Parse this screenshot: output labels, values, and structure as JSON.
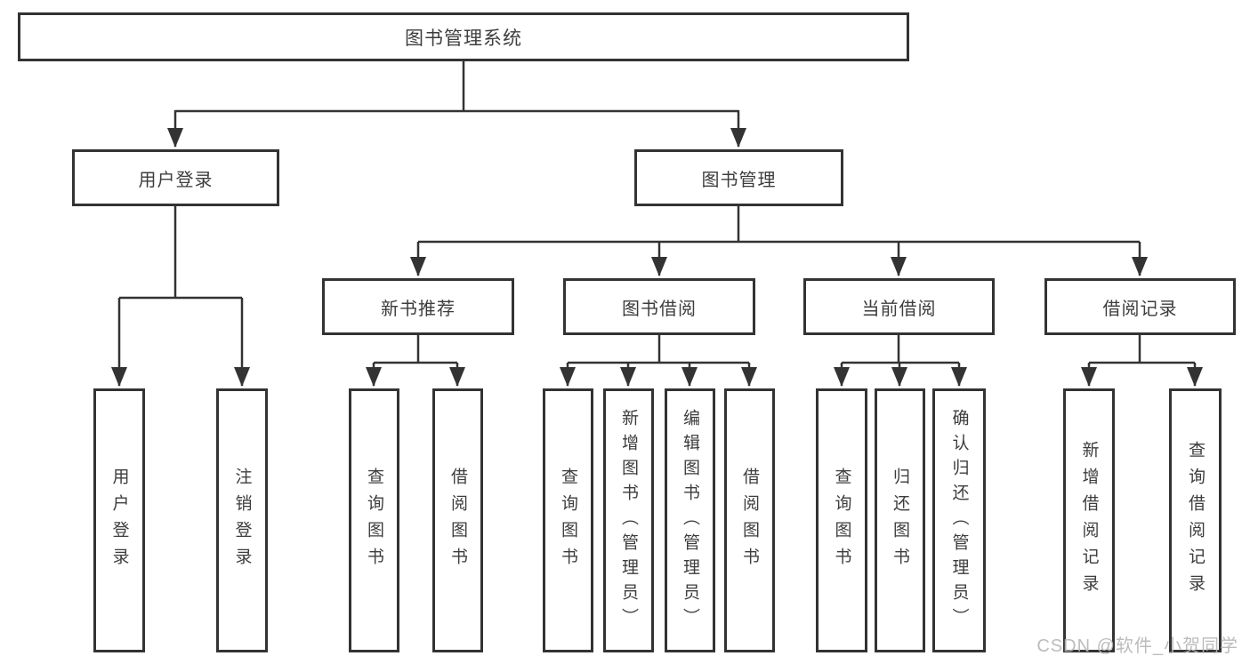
{
  "diagram": {
    "title": "图书管理系统",
    "watermark": "CSDN @软件_小贺同学",
    "colors": {
      "line": "#333333",
      "box_border": "#333333",
      "box_fill": "#ffffff",
      "text": "#3d3d3d",
      "watermark": "#b5b5b5"
    },
    "tree": {
      "root": "图书管理系统",
      "children": [
        {
          "label": "用户登录",
          "children": [
            "用户登录",
            "注销登录"
          ]
        },
        {
          "label": "图书管理",
          "children": [
            {
              "label": "新书推荐",
              "children": [
                "查询图书",
                "借阅图书"
              ]
            },
            {
              "label": "图书借阅",
              "children": [
                "查询图书",
                "新增图书（管理员）",
                "编辑图书（管理员）",
                "借阅图书"
              ]
            },
            {
              "label": "当前借阅",
              "children": [
                "查询图书",
                "归还图书",
                "确认归还（管理员）"
              ]
            },
            {
              "label": "借阅记录",
              "children": [
                "新增借阅记录",
                "查询借阅记录"
              ]
            }
          ]
        }
      ]
    }
  }
}
